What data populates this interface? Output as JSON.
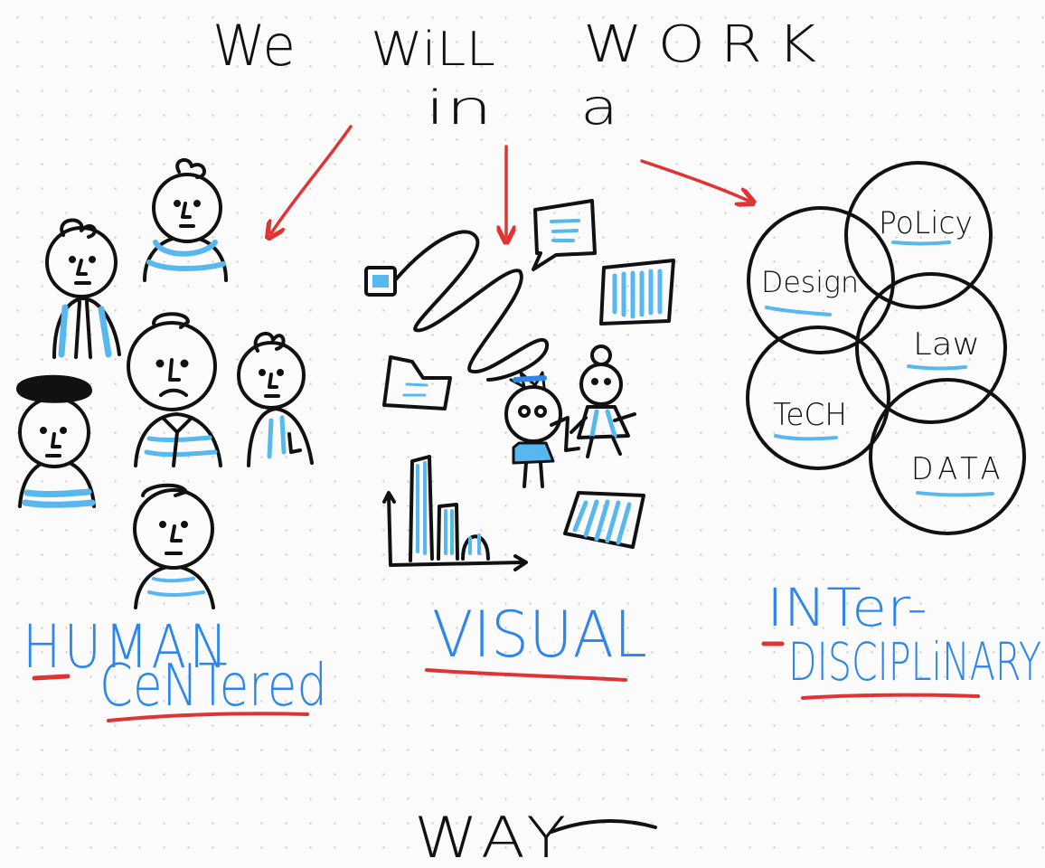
{
  "header": {
    "line1_word1": "We",
    "line1_word2": "WiLL",
    "line1_word3": "WORK",
    "line2_word1": "in",
    "line2_word2": "a"
  },
  "footer": {
    "word": "WAY"
  },
  "sections": {
    "human": {
      "line1": "HUMAN",
      "line2": "CeNTered"
    },
    "visual": {
      "label": "VISUAL"
    },
    "inter": {
      "line1": "INTer-",
      "line2": "DISCIPLiNARY"
    }
  },
  "circles": {
    "policy": "PoLicy",
    "design": "Design",
    "law": "Law",
    "tech": "TeCH",
    "data": "DATA"
  },
  "colors": {
    "ink": "#111111",
    "blue": "#2d86e8",
    "light_blue": "#56b8ee",
    "red": "#e03434"
  }
}
